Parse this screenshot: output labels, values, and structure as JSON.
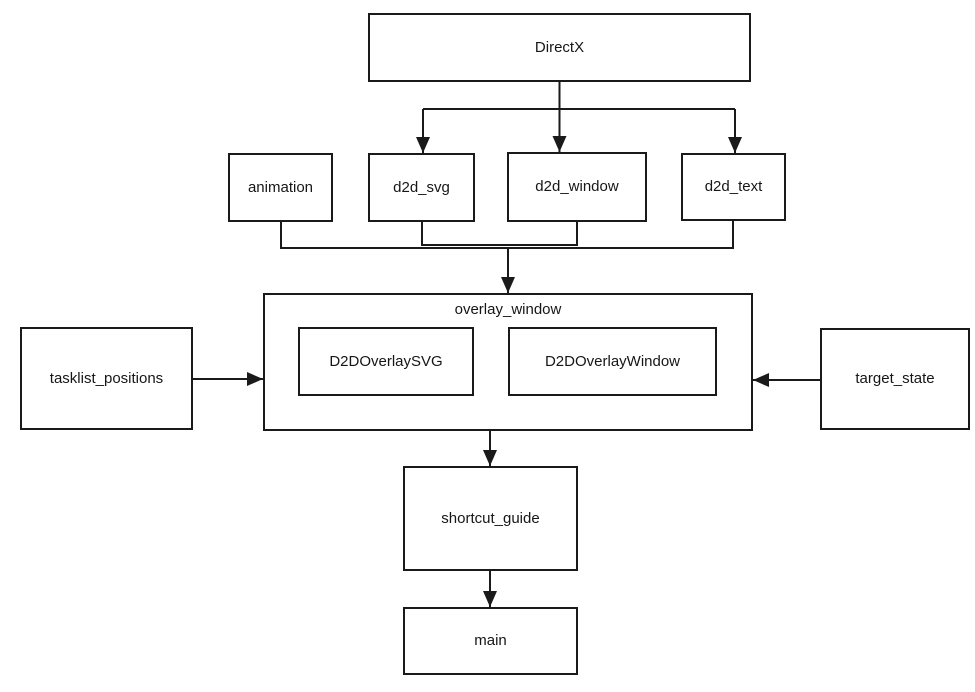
{
  "diagram": {
    "background_color": "#ffffff",
    "line_color": "#1a1a1a",
    "box_fill_color": "#ffffff",
    "text_color": "#161616",
    "nodes": {
      "directx": "DirectX",
      "animation": "animation",
      "d2d_svg": "d2d_svg",
      "d2d_window": "d2d_window",
      "d2d_text": "d2d_text",
      "overlay_window": "overlay_window",
      "d2d_overlay_svg": "D2DOverlaySVG",
      "d2d_overlay_window": "D2DOverlayWindow",
      "tasklist_positions": "tasklist_positions",
      "target_state": "target_state",
      "shortcut_guide": "shortcut_guide",
      "main": "main"
    },
    "edges": [
      {
        "from": "DirectX",
        "to": "d2d_svg"
      },
      {
        "from": "DirectX",
        "to": "d2d_window"
      },
      {
        "from": "DirectX",
        "to": "d2d_text"
      },
      {
        "from": "animation",
        "to": "overlay_window"
      },
      {
        "from": "d2d_svg",
        "to": "overlay_window"
      },
      {
        "from": "d2d_window",
        "to": "overlay_window"
      },
      {
        "from": "d2d_text",
        "to": "overlay_window"
      },
      {
        "from": "tasklist_positions",
        "to": "overlay_window"
      },
      {
        "from": "target_state",
        "to": "overlay_window"
      },
      {
        "from": "overlay_window",
        "to": "shortcut_guide"
      },
      {
        "from": "shortcut_guide",
        "to": "main"
      }
    ]
  }
}
